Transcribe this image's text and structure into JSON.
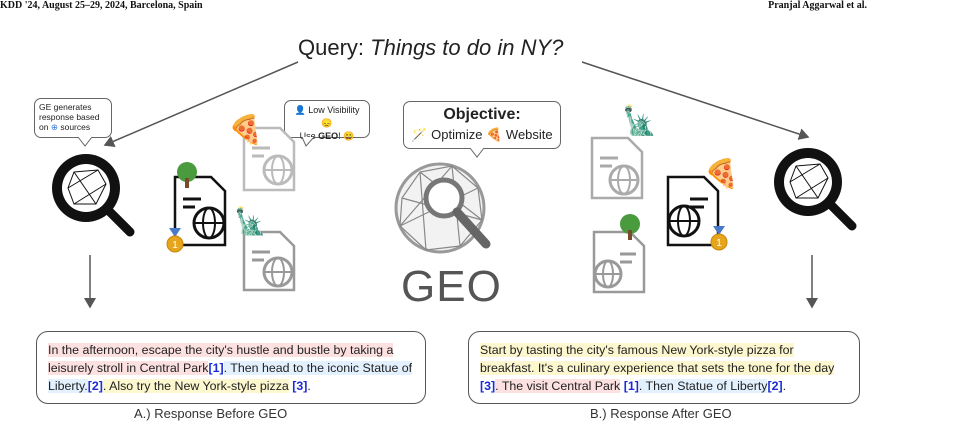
{
  "header": {
    "left": "KDD '24, August 25–29, 2024, Barcelona, Spain",
    "right": "Pranjal Aggarwal et al."
  },
  "query": {
    "prefix": "Query: ",
    "text": "Things to do in NY?"
  },
  "ge_callout": {
    "line1": "GE generates",
    "line2": "response based",
    "line3_pre": "on",
    "line3_post": "sources"
  },
  "lowvis_callout": {
    "line1": "Low Visibility",
    "line2_pre": "Use",
    "line2_bold": "GEO",
    "line2_post": "!"
  },
  "objective": {
    "title": "Objective:",
    "sub1": "Optimize",
    "sub2": "Website"
  },
  "geo_label": "GEO",
  "medal": "1",
  "response_a": {
    "seg1": "In the afternoon, escape the city's hustle and bustle by taking a leisurely stroll in Central Park",
    "cite1": "[1]",
    "seg2": ". Then head to the iconic Statue of Liberty.",
    "cite2": "[2]",
    "seg3": ". Also try the New York-style pizza",
    "cite3": "[3]",
    "seg4": "."
  },
  "response_b": {
    "seg1": "Start by tasting the city's famous New York-style pizza for breakfast. It's a culinary experience that sets the tone for the day",
    "cite1": "[3]",
    "seg2": ". The visit Central Park",
    "cite2": "[1]",
    "seg3": ". Then Statue of Liberty",
    "cite3": "[2]",
    "seg4": "."
  },
  "captions": {
    "a": "A.) Response Before GEO",
    "b": "B.) Response After GEO"
  },
  "colors": {
    "highlight_pink": "#fde1e1",
    "highlight_yellow": "#fdf7cf",
    "highlight_blue": "#e3f1ff",
    "citation": "#1b2bd6"
  }
}
